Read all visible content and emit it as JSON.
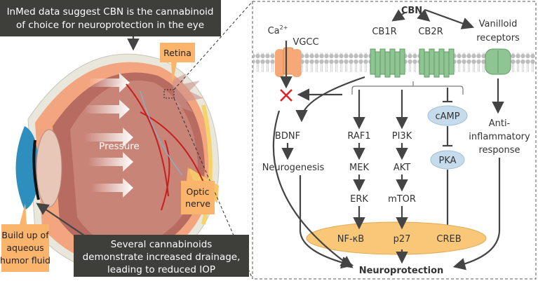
{
  "headline": {
    "line1": "InMed data suggest CBN is the cannabinoid",
    "line2": "of choice for neuroprotection in the eye"
  },
  "eye": {
    "retina_label": "Retina",
    "pressure_label": "Pressure",
    "optic_nerve_label": [
      "Optic",
      "nerve"
    ],
    "aqueous_label": [
      "Build up of",
      "aqueous",
      "humor fluid"
    ],
    "drainage_note": [
      "Several cannabinoids",
      "demonstrate increased drainage,",
      "leading to reduced IOP"
    ]
  },
  "pathway": {
    "cbn": "CBN",
    "ca": "Ca",
    "ca_sup": "2+",
    "vgcc": "VGCC",
    "cb1r": "CB1R",
    "cb2r": "CB2R",
    "vanilloid": [
      "Vanilloid",
      "receptors"
    ],
    "bdnf": "BDNF",
    "neurogenesis": "Neurogenesis",
    "raf1": "RAF1",
    "mek": "MEK",
    "erk": "ERK",
    "pi3k": "PI3K",
    "akt": "AKT",
    "mtor": "mTOR",
    "camp": "cAMP",
    "pka": "PKA",
    "anti_inflammatory": [
      "Anti-",
      "inflammatory",
      "response"
    ],
    "nfkb": "NF-κB",
    "p27": "p27",
    "creb": "CREB",
    "neuroprotection": "Neuroprotection"
  },
  "colors": {
    "dark_box": "#3e3e3b",
    "orange_label": "#fbb46c",
    "receptor_green": "#8fc493",
    "channel_orange": "#f6a977",
    "ellipse_blue": "#c6dced",
    "ellipse_orange": "#f8c878",
    "block_red": "#e02020"
  }
}
